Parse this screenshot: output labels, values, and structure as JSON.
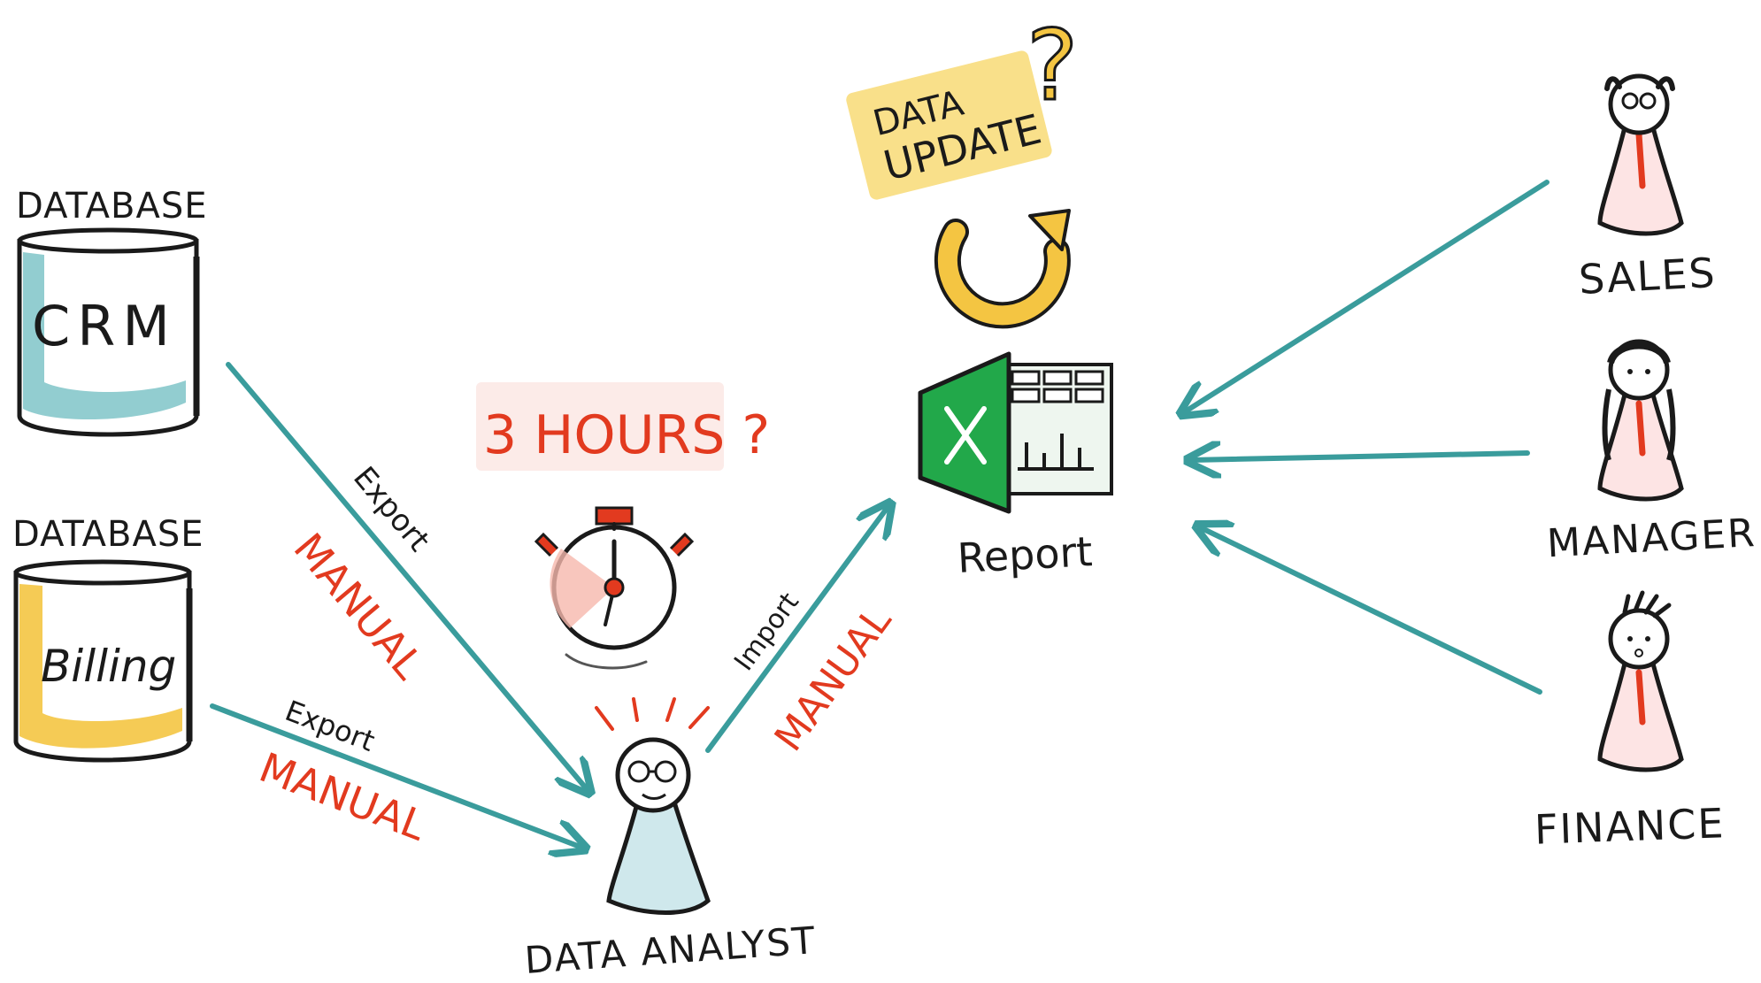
{
  "databases": {
    "crm": {
      "heading": "DATABASE",
      "name": "CRM"
    },
    "billing": {
      "heading": "DATABASE",
      "name": "Billing"
    }
  },
  "flows": {
    "crm_export": {
      "action": "Export",
      "mode": "MANUAL"
    },
    "billing_export": {
      "action": "Export",
      "mode": "MANUAL"
    },
    "report_import": {
      "action": "Import",
      "mode": "MANUAL"
    }
  },
  "time_question": "3 HOURS ?",
  "update_question": {
    "line1": "DATA",
    "line2": "UPDATE",
    "mark": "?"
  },
  "analyst_label": "DATA ANALYST",
  "report_label": "Report",
  "stakeholders": {
    "sales": "SALES",
    "manager": "MANAGER",
    "finance": "FINANCE"
  },
  "colors": {
    "arrow": "#3a9c9c",
    "manual_text": "#e23a1f",
    "excel_green": "#22a84a",
    "billing_yellow": "#f4c542",
    "crm_teal": "#7fc4c8",
    "sticky_yellow": "#f9e08a",
    "tie_red": "#e23a1f"
  },
  "icons": [
    "database-icon",
    "stopwatch-icon",
    "refresh-icon",
    "spreadsheet-icon",
    "person-icon"
  ]
}
